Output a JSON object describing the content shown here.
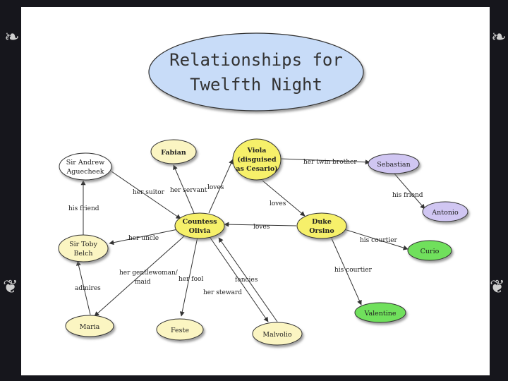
{
  "title": {
    "line1": "Relationships for",
    "line2": "Twelfth Night"
  },
  "nodes": {
    "fabian": "Fabian",
    "viola": [
      "Viola",
      "(disguised",
      "as Cesario)"
    ],
    "sebastian": "Sebastian",
    "andrew": [
      "Sir Andrew",
      "Aguecheek"
    ],
    "olivia": [
      "Countess",
      "Olivia"
    ],
    "orsino": [
      "Duke",
      "Orsino"
    ],
    "antonio": "Antonio",
    "toby": [
      "Sir Toby",
      "Belch"
    ],
    "curio": "Curio",
    "valentine": "Valentine",
    "maria": "Maria",
    "feste": "Feste",
    "malvolio": "Malvolio"
  },
  "edges": {
    "her_twin_brother": "her twin brother",
    "her_suitor": "her suitor",
    "her_servant": "her servant",
    "loves_viola": "loves",
    "his_friend_sebastian": "his friend",
    "loves_orsino_viola": "loves",
    "his_friend_toby": "his friend",
    "loves_olivia_orsino": "loves",
    "her_uncle": "her uncle",
    "his_courtier_curio": "his courtier",
    "his_courtier_valentine": "his courtier",
    "her_gentlewoman": [
      "her gentlewoman/",
      "maid"
    ],
    "her_fool": "her fool",
    "fancies": "fancies",
    "admires": "admires",
    "her_steward": "her steward"
  },
  "colors": {
    "title_fill": "#c8dcf8",
    "yellow_light": "#fbf5c2",
    "yellow_main": "#f6f06a",
    "purple": "#d0c6f2",
    "green": "#70e05c",
    "background": "#16161c"
  }
}
